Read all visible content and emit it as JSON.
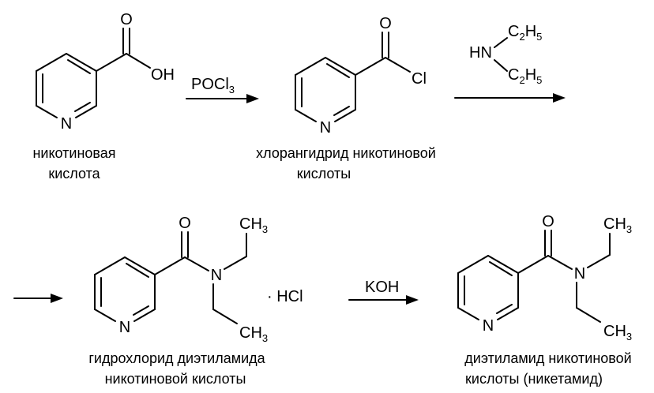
{
  "reagents": {
    "step1": {
      "formula": "POCl",
      "subscript": "3"
    },
    "step2": {
      "amine_atom": "HN",
      "group_main": "C",
      "group_h": "H",
      "sub_c": "2",
      "sub_h": "5"
    },
    "step3": {
      "salt": "· HCl"
    },
    "step4": {
      "base": "KOH"
    }
  },
  "atoms": {
    "nitrogen": "N",
    "oxygen": "O",
    "hydroxyl": "OH",
    "chlorine": "Cl",
    "methyl": "CH",
    "methyl_sub": "3"
  },
  "captions": {
    "nicotinic_acid": [
      "никотиновая",
      "кислота"
    ],
    "acid_chloride": [
      "хлорангидрид никотиновой",
      "кислоты"
    ],
    "amide_hydrochloride": [
      "гидрохлорид диэтиламида",
      "никотиновой кислоты"
    ],
    "nikethamide": [
      "диэтиламид никотиновой",
      "кислоты (никетамид)"
    ]
  }
}
